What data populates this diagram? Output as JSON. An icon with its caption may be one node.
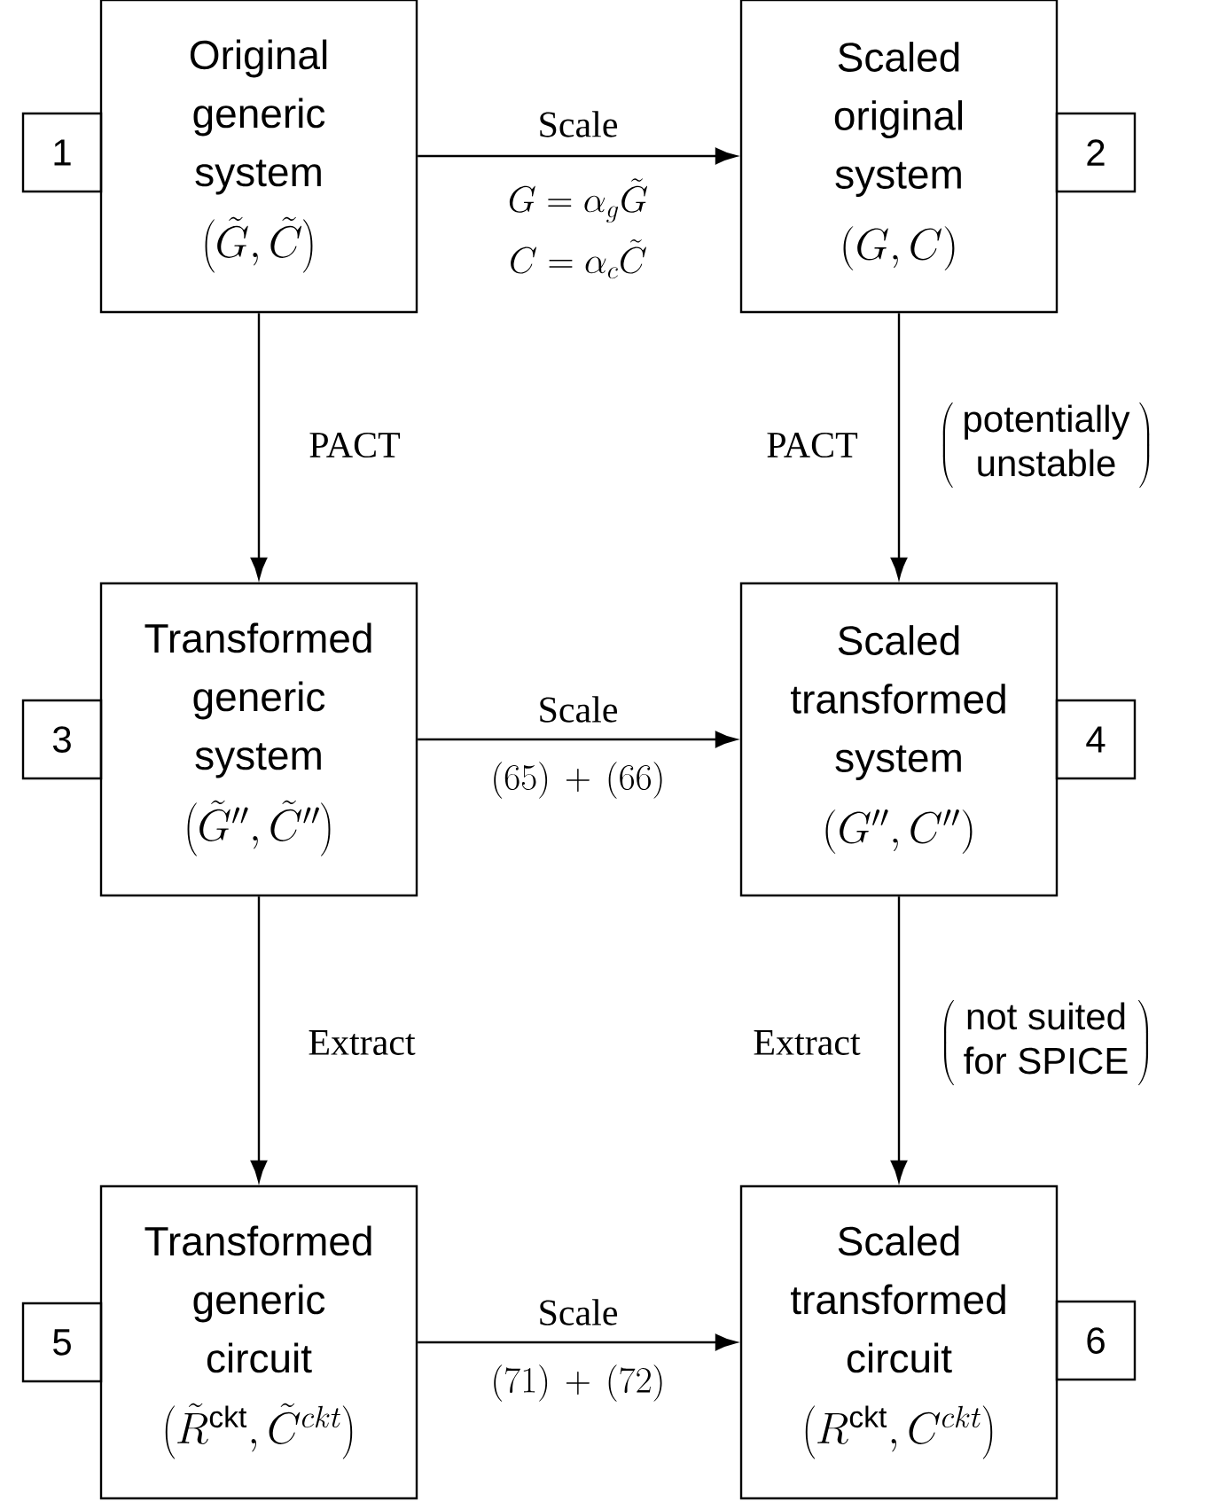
{
  "diagram": {
    "nodes": [
      {
        "text": [
          "Original generic system",
          "\\left(\\tilde{G},\\tilde{C}\\right)"
        ]
      },
      {
        "text": [
          "Scaled original system",
          "(G,C)"
        ]
      },
      {
        "text": [
          "Transformed generic system",
          "\\left(\\tilde{G}'',\\tilde{C}''\\right)"
        ]
      },
      {
        "text": [
          "Scaled transformed system",
          "(G'',C'')"
        ]
      },
      {
        "text": [
          "Transformed generic circuit",
          "\\left(\\tilde{R}^{\\mathrm{ckt}},\\tilde{C}^{ckt}\\right)"
        ]
      },
      {
        "text": [
          "Scaled transformed circuit",
          "\\left(R^{\\mathrm{ckt}},C^{ckt}\\right)"
        ]
      },
      {
        "text": [
          "1"
        ]
      },
      {
        "text": [
          "2"
        ]
      },
      {
        "text": [
          "3"
        ]
      },
      {
        "text": [
          "4"
        ]
      },
      {
        "text": [
          "5"
        ]
      },
      {
        "text": [
          "6"
        ]
      }
    ],
    "edges": [
      {
        "from": 0,
        "to": 1,
        "arrow": "to",
        "label": "Scale"
      },
      {
        "from": 0,
        "to": 2,
        "arrow": "to",
        "label": "PACT"
      },
      {
        "from": 1,
        "to": 3,
        "arrow": "to",
        "label": "PACT"
      },
      {
        "from": 2,
        "to": 3,
        "arrow": "to",
        "label": "Scale"
      },
      {
        "from": 2,
        "to": 4,
        "arrow": "to",
        "label": "Extract"
      },
      {
        "from": 3,
        "to": 5,
        "arrow": "to",
        "label": "Extract"
      },
      {
        "from": 4,
        "to": 5,
        "arrow": "to",
        "label": "Scale"
      }
    ],
    "labels": [
      "G=\\alpha_g\\tilde{G}",
      "C=\\alpha_c\\tilde{C}",
      "\\left(\\begin{array}{c}\\mathrm{potentially}\\\\ \\mathrm{unstable}\\end{array}\\right)",
      "(65)\\,+\\,(66)",
      "\\left(\\begin{array}{c}\\mathrm{not\\ suited}\\\\ \\mathrm{for\\ SPICE}\\end{array}\\right)",
      "(71)\\,+\\,(72)"
    ]
  }
}
